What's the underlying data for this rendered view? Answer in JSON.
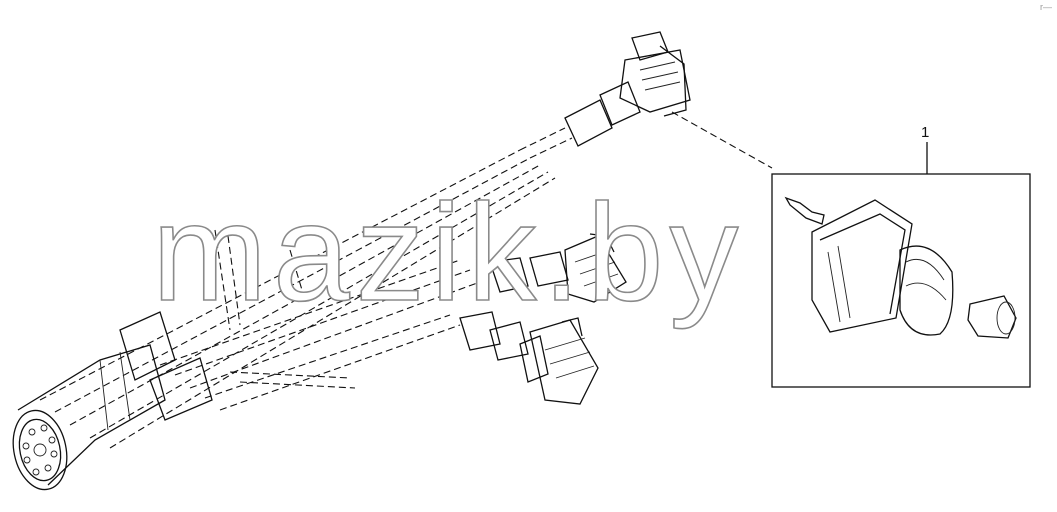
{
  "callout": {
    "number": "1"
  },
  "watermark": {
    "text": "mazik.by"
  },
  "corner_mark": {
    "text": "r—"
  }
}
